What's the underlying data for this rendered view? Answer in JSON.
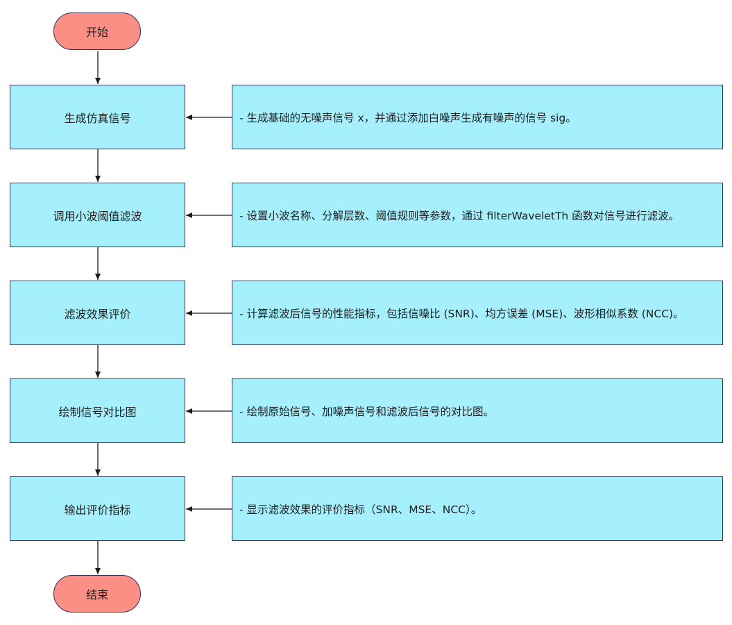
{
  "flowchart": {
    "start": {
      "label": "开始"
    },
    "end": {
      "label": "结束"
    },
    "steps": [
      {
        "label": "生成仿真信号",
        "note": "- 生成基础的无噪声信号 x，并通过添加白噪声生成有噪声的信号 sig。"
      },
      {
        "label": "调用小波阈值滤波",
        "note": "- 设置小波名称、分解层数、阈值规则等参数，通过 filterWaveletTh 函数对信号进行滤波。"
      },
      {
        "label": "滤波效果评价",
        "note": "- 计算滤波后信号的性能指标，包括信噪比 (SNR)、均方误差 (MSE)、波形相似系数 (NCC)。"
      },
      {
        "label": "绘制信号对比图",
        "note": "- 绘制原始信号、加噪声信号和滤波后信号的对比图。"
      },
      {
        "label": "输出评价指标",
        "note": "- 显示滤波效果的评价指标（SNR、MSE、NCC）。"
      }
    ],
    "colors": {
      "terminal_fill": "#fb8f86",
      "step_fill": "#a6effc",
      "border": "#2a3a5c",
      "arrow": "#1a1a1a"
    }
  }
}
